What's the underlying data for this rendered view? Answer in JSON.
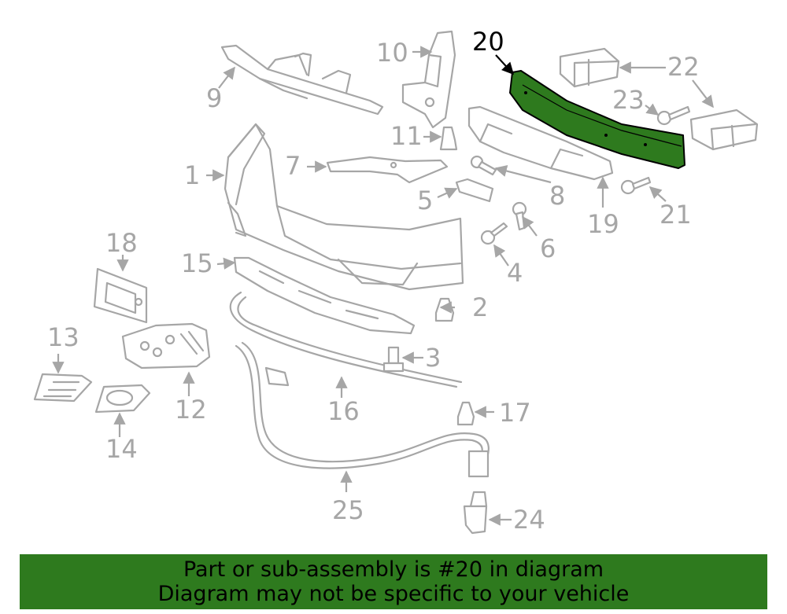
{
  "highlight_color": "#2e7a1e",
  "callouts": {
    "c1": "1",
    "c2": "2",
    "c3": "3",
    "c4": "4",
    "c5": "5",
    "c6": "6",
    "c7": "7",
    "c8": "8",
    "c9": "9",
    "c10": "10",
    "c11": "11",
    "c12": "12",
    "c13": "13",
    "c14": "14",
    "c15": "15",
    "c16": "16",
    "c17": "17",
    "c18": "18",
    "c19": "19",
    "c20": "20",
    "c21": "21",
    "c22": "22",
    "c23": "23",
    "c24": "24",
    "c25": "25"
  },
  "highlighted_part": "20",
  "banner": {
    "line1": "Part or sub-assembly is #20 in diagram",
    "line2": "Diagram may not be specific to your vehicle"
  }
}
